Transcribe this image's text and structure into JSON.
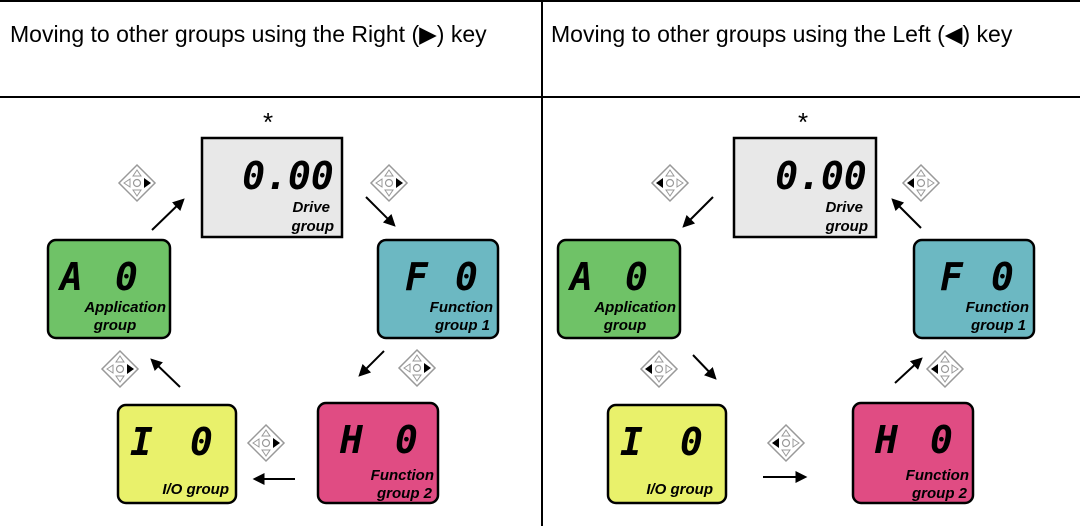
{
  "header": {
    "left_title": "Moving to other groups using the Right (▶) key",
    "right_title": "Moving to other groups using the Left (◀) key"
  },
  "asterisk": "*",
  "groups": {
    "drive": {
      "display": "0.00",
      "line1": "Drive",
      "line2": "group",
      "color": "#e8e8e8"
    },
    "function1": {
      "display_letter": "F",
      "display_digit": "0",
      "line1": "Function",
      "line2": "group 1",
      "color": "#6cb8c2"
    },
    "application": {
      "display_letter": "A",
      "display_digit": "0",
      "line1": "Application",
      "line2": "group",
      "color": "#6fc267"
    },
    "io": {
      "display_letter": "I",
      "display_digit": "0",
      "line1": "I/O group",
      "line2": "",
      "color": "#e9f16b"
    },
    "function2": {
      "display_letter": "H",
      "display_digit": "0",
      "line1": "Function",
      "line2": "group 2",
      "color": "#e04c83"
    }
  },
  "keypad_icons": {
    "left_panel": "right-key-pressed-icon",
    "right_panel": "left-key-pressed-icon"
  }
}
